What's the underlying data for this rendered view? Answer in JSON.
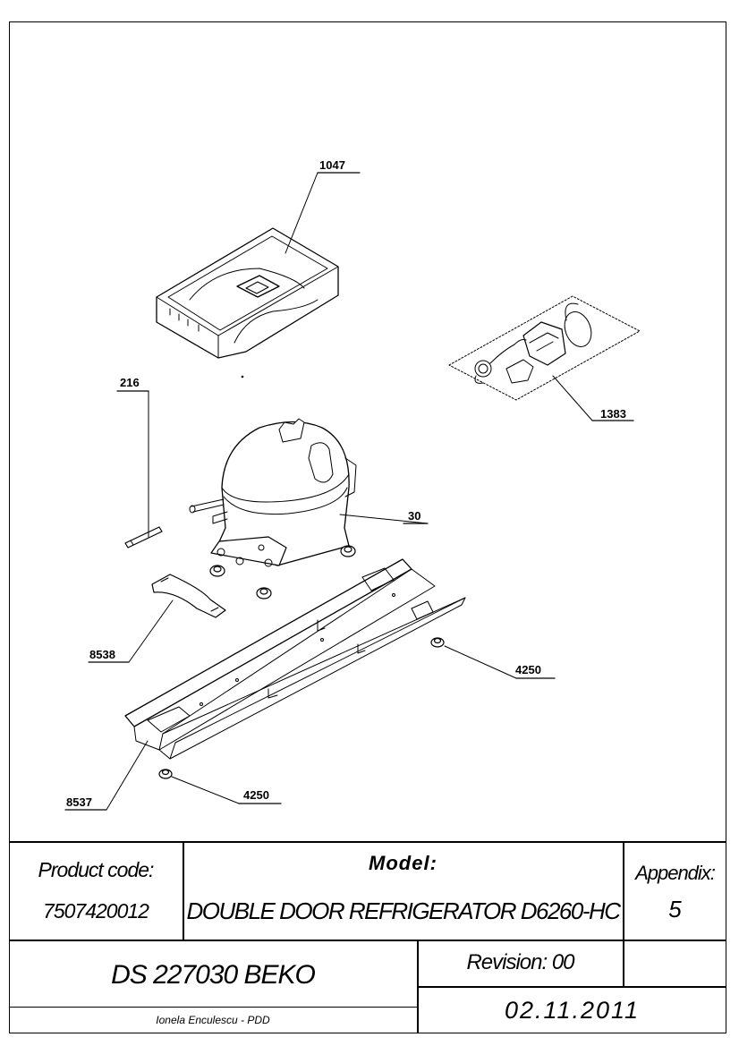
{
  "drawing": {
    "callouts": [
      {
        "id": "c1047",
        "text": "1047"
      },
      {
        "id": "c216",
        "text": "216"
      },
      {
        "id": "c1383",
        "text": "1383"
      },
      {
        "id": "c30",
        "text": "30"
      },
      {
        "id": "c8538",
        "text": "8538"
      },
      {
        "id": "c4250a",
        "text": "4250"
      },
      {
        "id": "c8537",
        "text": "8537"
      },
      {
        "id": "c4250b",
        "text": "4250"
      }
    ]
  },
  "title_block": {
    "product_code_label": "Product code:",
    "product_code_value": "7507420012",
    "model_label": "Model:",
    "model_value": "DOUBLE DOOR REFRIGERATOR D6260-HC",
    "appendix_label": "Appendix:",
    "appendix_value": "5",
    "document_number": "DS 227030 BEKO",
    "revision": "Revision: 00",
    "date": "02.11.2011",
    "author": "Ionela Enculescu - PDD"
  }
}
